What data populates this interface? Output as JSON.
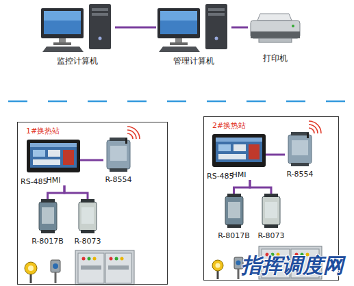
{
  "diagram": {
    "nodes": [
      {
        "text": [
          "监控计算机"
        ]
      },
      {
        "text": [
          "管理计算机"
        ]
      },
      {
        "text": [
          "打印机"
        ]
      },
      {
        "text": [
          "1#换热站"
        ]
      },
      {
        "text": [
          "HMI"
        ],
        "in": 3
      },
      {
        "text": [
          "R-8554"
        ],
        "in": 3
      },
      {
        "text": [
          "R-8017B"
        ],
        "in": 3
      },
      {
        "text": [
          "R-8073"
        ],
        "in": 3
      },
      {
        "text": [
          "2#换热站"
        ]
      },
      {
        "text": [
          "HMI"
        ],
        "in": 8
      },
      {
        "text": [
          "R-8554"
        ],
        "in": 8
      },
      {
        "text": [
          "R-8017B"
        ],
        "in": 8
      },
      {
        "text": [
          "R-8073"
        ],
        "in": 8
      }
    ],
    "edges": [
      {
        "from": 0,
        "to": 1,
        "arrow": "none"
      },
      {
        "from": 1,
        "to": 2,
        "arrow": "none"
      },
      {
        "from": 4,
        "to": 5,
        "arrow": "none"
      },
      {
        "from": 4,
        "to": 6,
        "arrow": "none"
      },
      {
        "from": 4,
        "to": 7,
        "arrow": "none"
      },
      {
        "from": 9,
        "to": 10,
        "arrow": "none"
      },
      {
        "from": 9,
        "to": 11,
        "arrow": "none"
      },
      {
        "from": 9,
        "to": 12,
        "arrow": "none"
      }
    ],
    "labels": [
      "RS-485",
      "RS-485",
      "指挥调度网"
    ]
  }
}
